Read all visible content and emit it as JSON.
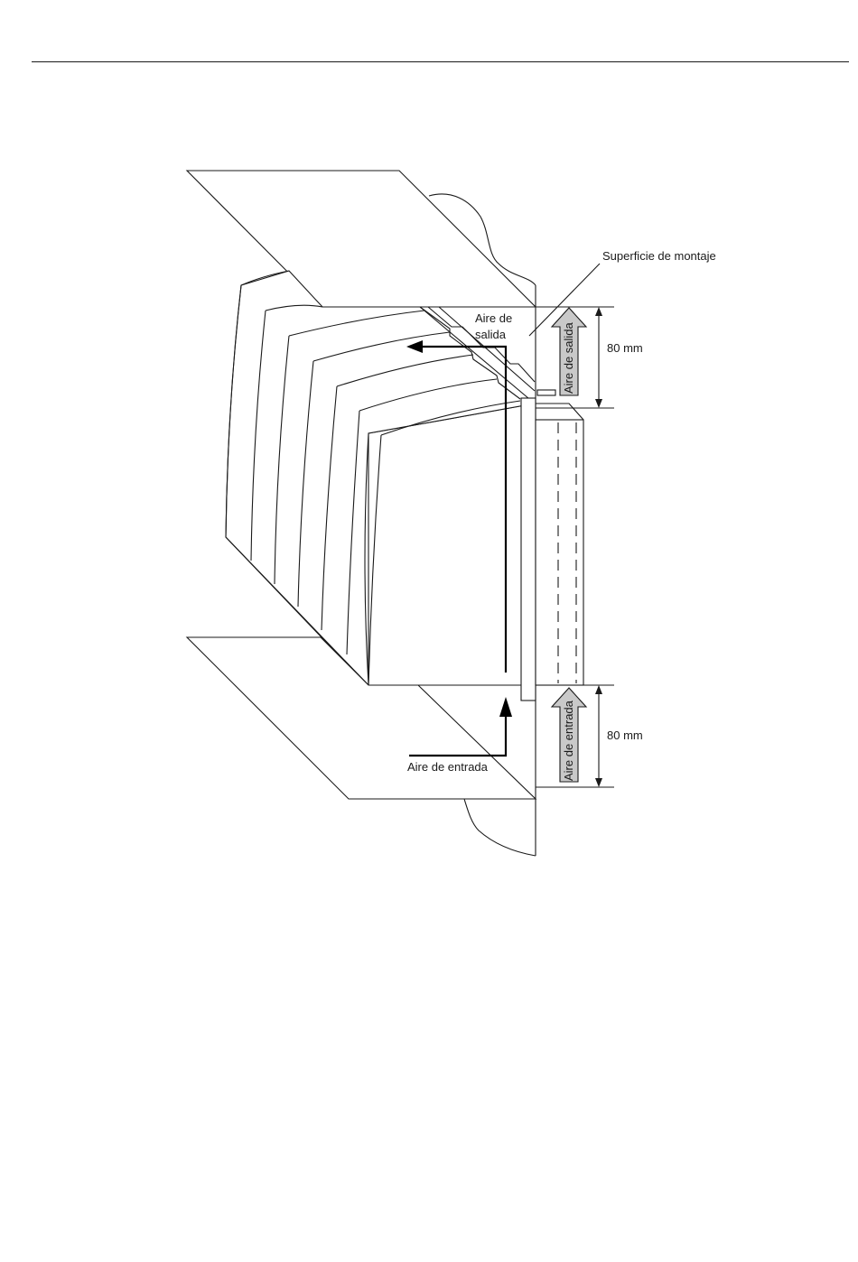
{
  "diagram": {
    "labels": {
      "mounting_surface": "Superficie de montaje",
      "air_out_line1": "Aire de",
      "air_out_line2": "salida",
      "air_in": "Aire de entrada",
      "dim_top": "80 mm",
      "dim_bottom": "80 mm",
      "arrow_out_text": "Aire de salida",
      "arrow_in_text": "Aire de entrada"
    },
    "colors": {
      "line": "#1a1a1a",
      "arrow_fill": "#c9c9c9"
    }
  }
}
